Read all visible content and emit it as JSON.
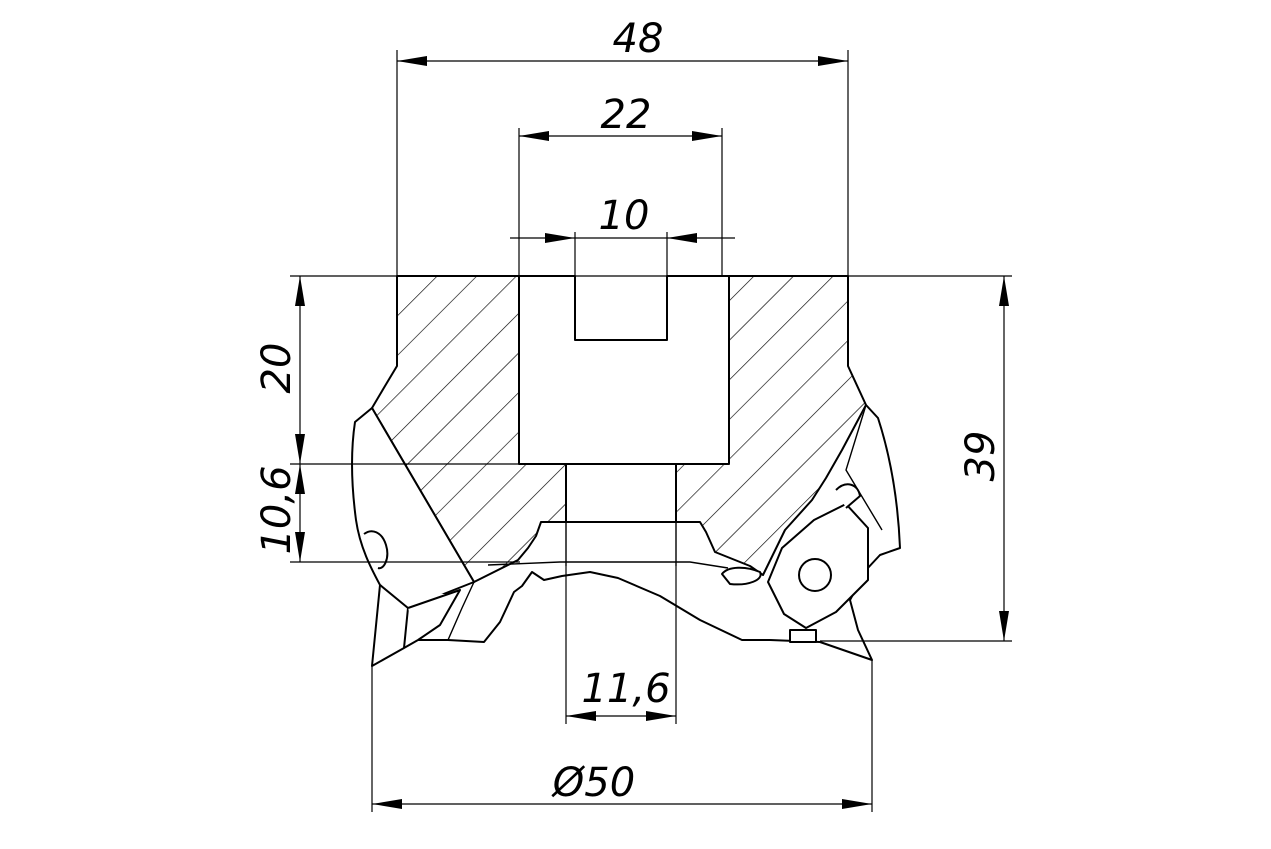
{
  "drawing": {
    "type": "technical-drawing",
    "subject": "face milling cutter body with inserts, half section"
  },
  "dimensions": {
    "overall_width": "48",
    "pocket_width": "22",
    "keyway_width": "10",
    "pocket_depth": "20",
    "neck_height": "10,6",
    "total_height": "39",
    "bore_diameter": "11,6",
    "cutter_diameter": "Ø50"
  }
}
